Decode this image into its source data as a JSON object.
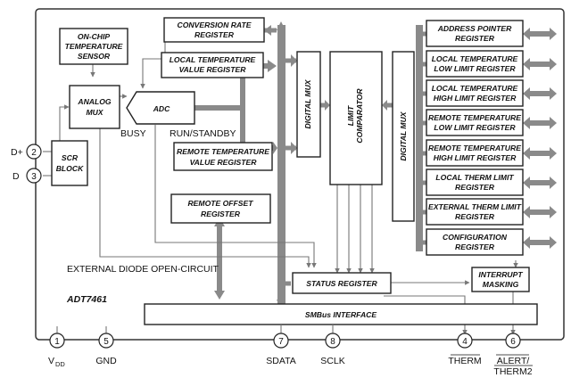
{
  "chip_name": "ADT7461",
  "blocks": {
    "on_chip_temp_sensor": [
      "ON-CHIP",
      "TEMPERATURE",
      "SENSOR"
    ],
    "analog_mux": [
      "ANALOG",
      "MUX"
    ],
    "scr_block": [
      "SCR",
      "BLOCK"
    ],
    "adc": "ADC",
    "conversion_rate_register": [
      "CONVERSION RATE",
      "REGISTER"
    ],
    "local_temp_value_register": [
      "LOCAL TEMPERATURE",
      "VALUE REGISTER"
    ],
    "remote_temp_value_register": [
      "REMOTE TEMPERATURE",
      "VALUE REGISTER"
    ],
    "remote_offset_register": [
      "REMOTE OFFSET",
      "REGISTER"
    ],
    "digital_mux_left": "DIGITAL MUX",
    "limit_comparator": [
      "LIMIT",
      "COMPARATOR"
    ],
    "digital_mux_right": "DIGITAL MUX",
    "status_register": "STATUS REGISTER",
    "smbus_interface": "SMBus INTERFACE",
    "interrupt_masking": [
      "INTERRUPT",
      "MASKING"
    ],
    "right_registers": [
      [
        "ADDRESS POINTER",
        "REGISTER"
      ],
      [
        "LOCAL TEMPERATURE",
        "LOW LIMIT REGISTER"
      ],
      [
        "LOCAL TEMPERATURE",
        "HIGH LIMIT REGISTER"
      ],
      [
        "REMOTE TEMPERATURE",
        "LOW LIMIT REGISTER"
      ],
      [
        "REMOTE TEMPERATURE",
        "HIGH LIMIT REGISTER"
      ],
      [
        "LOCAL THERM LIMIT",
        "REGISTER"
      ],
      [
        "EXTERNAL THERM LIMIT",
        "REGISTER"
      ],
      [
        "CONFIGURATION",
        "REGISTER"
      ]
    ]
  },
  "signals": {
    "busy": "BUSY",
    "run_standby": "RUN/STANDBY",
    "external_diode_open_circuit": "EXTERNAL DIODE OPEN-CIRCUIT"
  },
  "pins": {
    "d_plus": {
      "number": "2",
      "label": "D+"
    },
    "d_minus": {
      "number": "3",
      "label": "D"
    },
    "vdd": {
      "number": "1",
      "label": "V",
      "subscript": "DD"
    },
    "gnd": {
      "number": "5",
      "label": "GND"
    },
    "sdata": {
      "number": "7",
      "label": "SDATA"
    },
    "sclk": {
      "number": "8",
      "label": "SCLK"
    },
    "therm": {
      "number": "4",
      "label": "THERM"
    },
    "alert_therm2": {
      "number": "6",
      "label": [
        "ALERT/",
        "THERM2"
      ]
    }
  }
}
